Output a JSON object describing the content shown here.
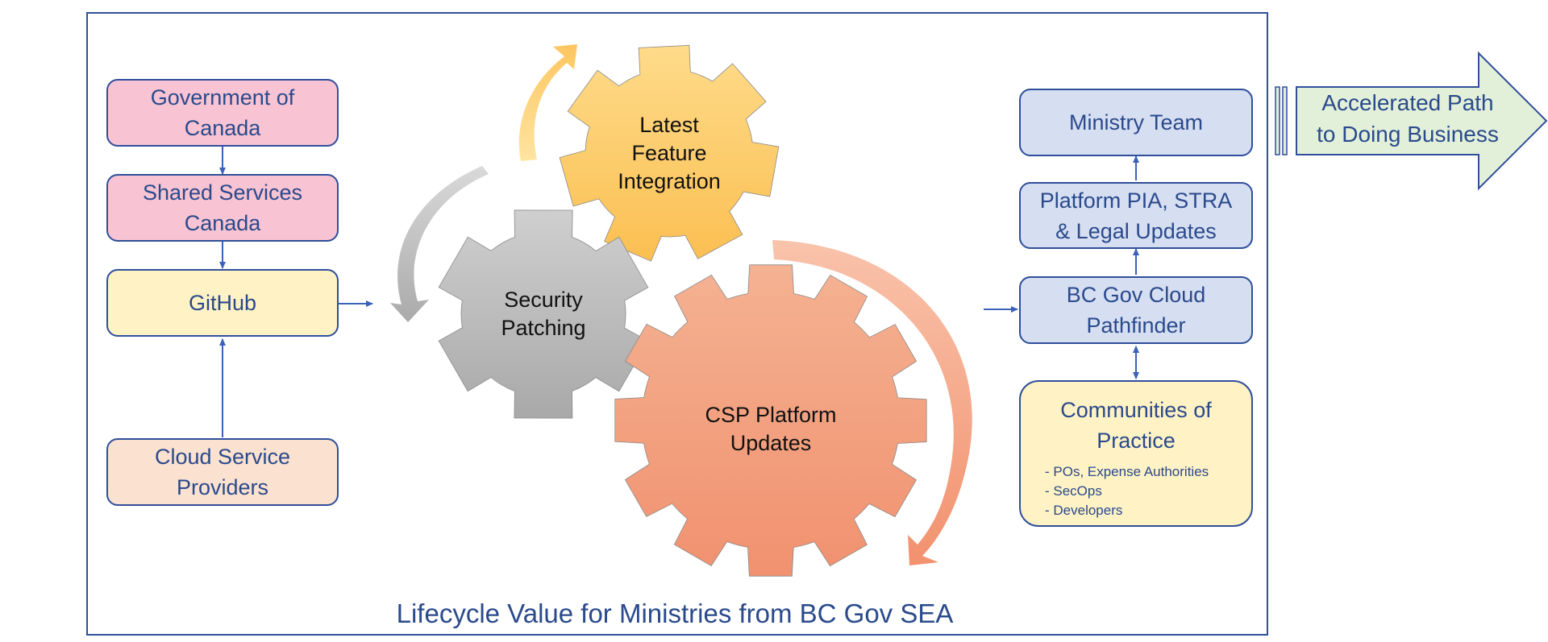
{
  "left_boxes": {
    "government": [
      "Government of",
      "Canada"
    ],
    "shared_services": [
      "Shared Services",
      "Canada"
    ],
    "github": [
      "GitHub"
    ],
    "cloud_providers": [
      "Cloud Service",
      "Providers"
    ]
  },
  "gears": {
    "feature": [
      "Latest",
      "Feature",
      "Integration"
    ],
    "security": [
      "Security",
      "Patching"
    ],
    "csp": [
      "CSP Platform",
      "Updates"
    ]
  },
  "right_boxes": {
    "ministry": [
      "Ministry Team"
    ],
    "platform_pia": [
      "Platform PIA, STRA",
      "& Legal Updates"
    ],
    "pathfinder": [
      "BC Gov Cloud",
      "Pathfinder"
    ],
    "communities": {
      "title": [
        "Communities of",
        "Practice"
      ],
      "items": [
        "- POs, Expense Authorities",
        "- SecOps",
        "- Developers"
      ]
    }
  },
  "outcome_arrow": [
    "Accelerated Path",
    "to Doing Business"
  ],
  "caption": "Lifecycle Value for Ministries from BC Gov SEA",
  "colors": {
    "frame": "#2f4f9a",
    "text_blue": "#2a4a8c",
    "gov_pink": "#f8c3d2",
    "github_yellow": "#fff2c4",
    "cloud_peach": "#fbe1cf",
    "right_blue": "#d6def2",
    "gear_yellow": "#fcc867",
    "gear_gray": "#b8b8b8",
    "gear_salmon": "#f29a7a",
    "outcome_green": "#e2f0d9"
  }
}
